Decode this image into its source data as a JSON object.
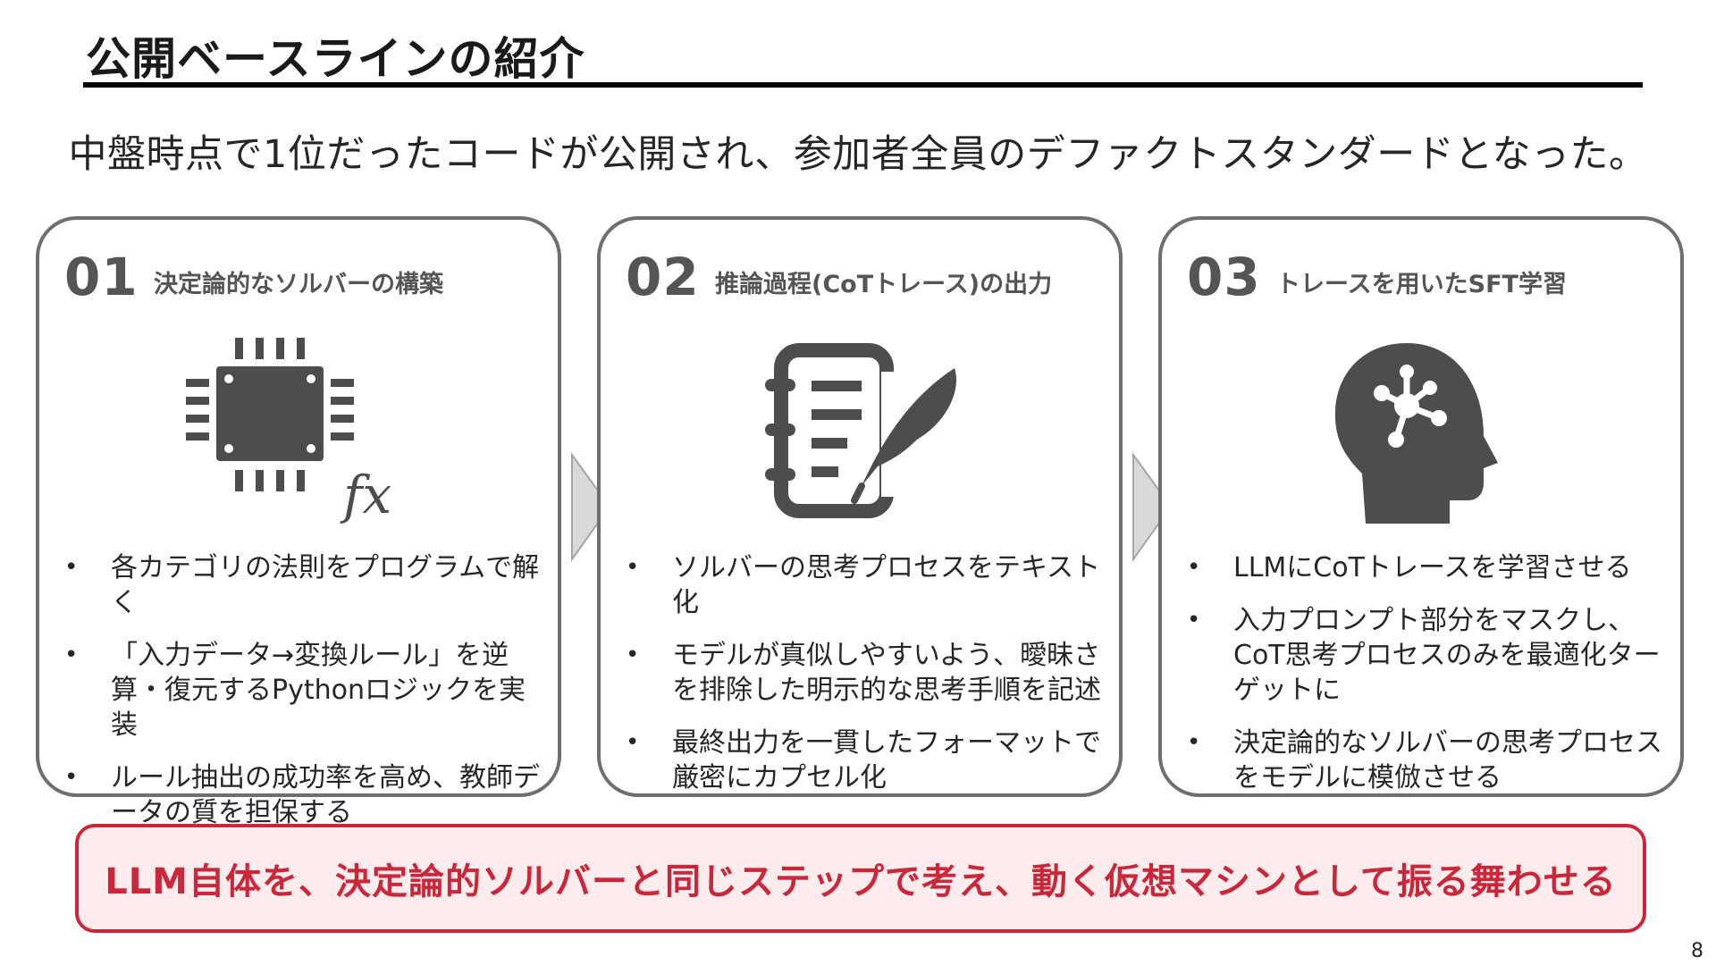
{
  "slide": {
    "title": "公開ベースラインの紹介",
    "subtitle": "中盤時点で1位だったコードが公開され、参加者全員のデファクトスタンダードとなった。",
    "page_number": "8"
  },
  "cards": [
    {
      "number": "01",
      "heading": "決定論的なソルバーの構築",
      "icon": "chip-function-icon",
      "icon_label": "fx",
      "bullets": [
        "各カテゴリの法則をプログラムで解く",
        "「入力データ→変換ルール」を逆算・復元するPythonロジックを実装",
        "ルール抽出の成功率を高め、教師データの質を担保する"
      ]
    },
    {
      "number": "02",
      "heading": "推論過程(CoTトレース)の出力",
      "icon": "notebook-quill-icon",
      "bullets": [
        "ソルバーの思考プロセスをテキスト化",
        "モデルが真似しやすいよう、曖昧さを排除した明示的な思考手順を記述",
        "最終出力を一貫したフォーマットで厳密にカプセル化"
      ]
    },
    {
      "number": "03",
      "heading": "トレースを用いたSFT学習",
      "icon": "brain-network-icon",
      "bullets": [
        "LLMにCoTトレースを学習させる",
        "入力プロンプト部分をマスクし、CoT思考プロセスのみを最適化ターゲットに",
        "決定論的なソルバーの思考プロセスをモデルに模倣させる"
      ]
    }
  ],
  "banner": {
    "text": "LLM自体を、決定論的ソルバーと同じステップで考え、動く仮想マシンとして振る舞わせる"
  },
  "colors": {
    "card_border": "#6e6e6e",
    "icon": "#4d4d4d",
    "arrow": "#d9d9d9",
    "banner_border": "#c9283a",
    "banner_bg": "#fdecee",
    "banner_text": "#c9283a"
  }
}
